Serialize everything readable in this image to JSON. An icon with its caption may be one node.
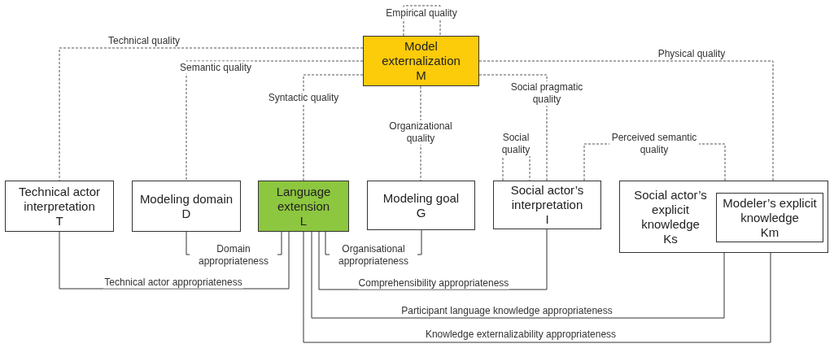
{
  "diagram": {
    "nodes": [
      {
        "text": [
          "Model externalization",
          "M"
        ]
      },
      {
        "text": [
          "Technical actor interpretation",
          "T"
        ]
      },
      {
        "text": [
          "Modeling domain",
          "D"
        ]
      },
      {
        "text": [
          "Language extension",
          "L"
        ]
      },
      {
        "text": [
          "Modeling goal",
          "G"
        ]
      },
      {
        "text": [
          "Social actor’s interpretation",
          "I"
        ]
      },
      {
        "text": [
          "Social actor’s explicit knowledge",
          "Ks"
        ]
      },
      {
        "text": [
          "Modeler’s explicit knowledge",
          "Km"
        ],
        "in": 6
      }
    ],
    "edges": [
      {
        "from": 0,
        "to": 0,
        "arrow": "none",
        "label": "Empirical quality",
        "style": "dashed"
      },
      {
        "from": 0,
        "to": 1,
        "arrow": "none",
        "label": "Technical quality",
        "style": "dashed"
      },
      {
        "from": 0,
        "to": 2,
        "arrow": "none",
        "label": "Semantic quality",
        "style": "dashed"
      },
      {
        "from": 0,
        "to": 3,
        "arrow": "none",
        "label": "Syntactic quality",
        "style": "dashed"
      },
      {
        "from": 0,
        "to": 4,
        "arrow": "none",
        "label": "Organizational quality",
        "style": "dashed"
      },
      {
        "from": 0,
        "to": 5,
        "arrow": "none",
        "label": "Social pragmatic quality",
        "style": "dashed"
      },
      {
        "from": 0,
        "to": 7,
        "arrow": "none",
        "label": "Physical quality",
        "style": "dashed"
      },
      {
        "from": 5,
        "to": 5,
        "arrow": "none",
        "label": "Social quality",
        "style": "dashed"
      },
      {
        "from": 5,
        "to": 6,
        "arrow": "none",
        "label": "Perceived semantic quality",
        "style": "dashed"
      },
      {
        "from": 2,
        "to": 3,
        "arrow": "none",
        "label": "Domain appropriateness"
      },
      {
        "from": 1,
        "to": 3,
        "arrow": "none",
        "label": "Technical actor appropriateness"
      },
      {
        "from": 3,
        "to": 4,
        "arrow": "none",
        "label": "Organisational appropriateness"
      },
      {
        "from": 3,
        "to": 5,
        "arrow": "none",
        "label": "Comprehensibility appropriateness"
      },
      {
        "from": 3,
        "to": 6,
        "arrow": "none",
        "label": "Participant language knowledge appropriateness"
      },
      {
        "from": 3,
        "to": 7,
        "arrow": "none",
        "label": "Knowledge externalizability appropriateness"
      }
    ]
  }
}
